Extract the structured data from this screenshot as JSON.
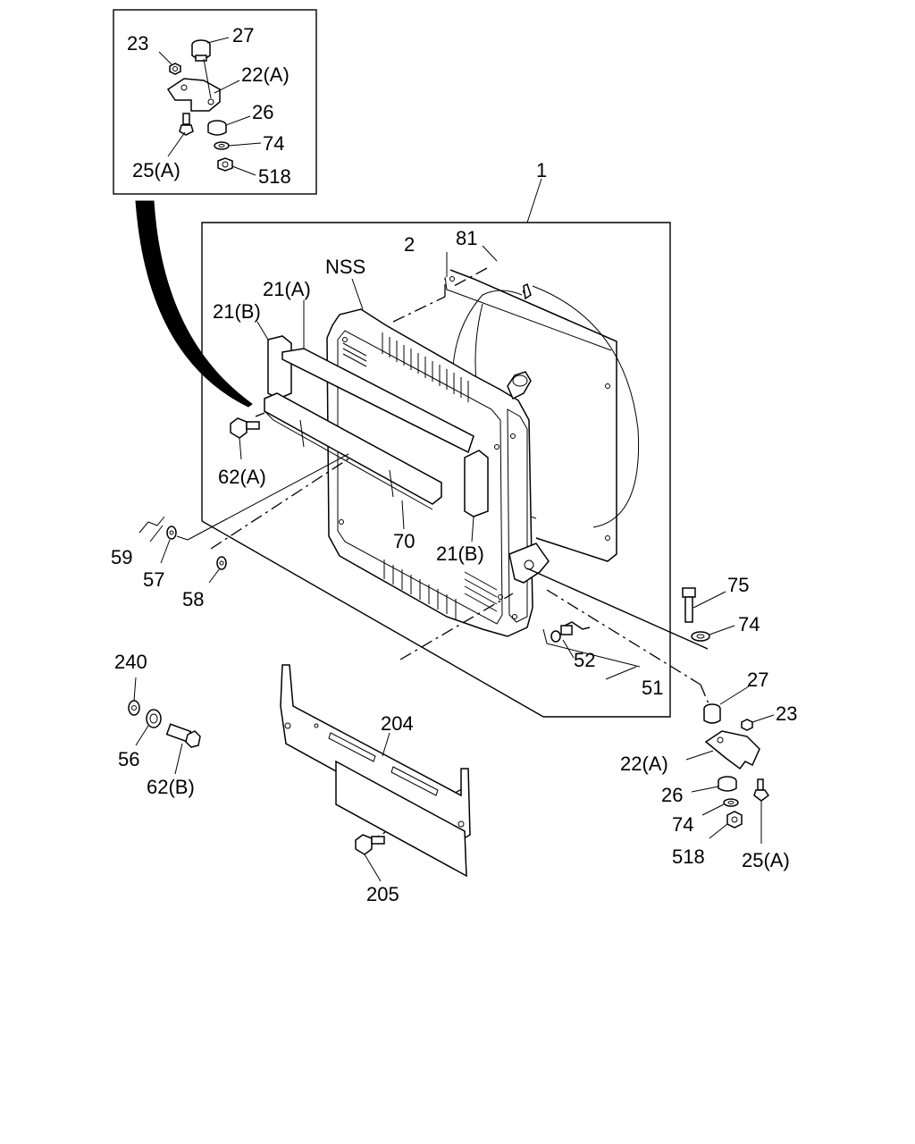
{
  "labels": {
    "inset_23": "23",
    "inset_27": "27",
    "inset_22a": "22(A)",
    "inset_26": "26",
    "inset_74": "74",
    "inset_25a": "25(A)",
    "inset_518": "518",
    "l1": "1",
    "l2": "2",
    "l81": "81",
    "nss": "NSS",
    "l21a": "21(A)",
    "l21b_top": "21(B)",
    "l62a": "62(A)",
    "l70": "70",
    "l21b_bottom": "21(B)",
    "l59": "59",
    "l57": "57",
    "l58": "58",
    "l240": "240",
    "l56": "56",
    "l62b": "62(B)",
    "l204": "204",
    "l205": "205",
    "l52": "52",
    "l51": "51",
    "l75": "75",
    "l74_right": "74",
    "l27_right": "27",
    "l23_right": "23",
    "l22a_right": "22(A)",
    "l26_right": "26",
    "l74_right2": "74",
    "l518_right": "518",
    "l25a_right": "25(A)"
  }
}
